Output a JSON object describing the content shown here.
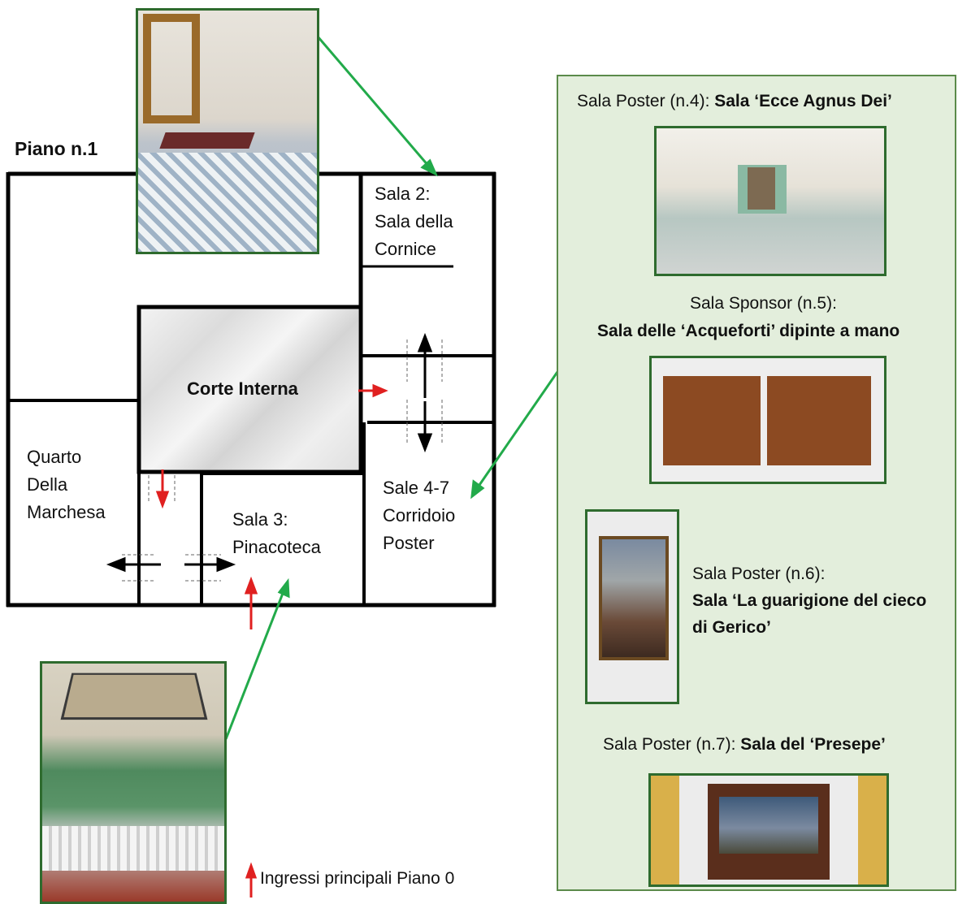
{
  "floor_title": "Piano n.1",
  "rooms": {
    "sala2": [
      "Sala 2:",
      "Sala della",
      "Cornice"
    ],
    "corte": "Corte Interna",
    "quarto": [
      "Quarto",
      "Della",
      "Marchesa"
    ],
    "sala3": [
      "Sala 3:",
      "Pinacoteca"
    ],
    "sale47": [
      "Sale 4-7",
      "Corridoio",
      "Poster"
    ]
  },
  "legend": "Ingressi principali Piano 0",
  "panel": {
    "s4_prefix": "Sala Poster (n.4): ",
    "s4_name": "Sala ‘Ecce Agnus Dei’",
    "s5_line1": "Sala Sponsor (n.5):",
    "s5_line2": "Sala delle ‘Acqueforti’ dipinte a mano",
    "s6_line1": "Sala Poster (n.6):",
    "s6_line2": "Sala ‘La guarigione del cieco",
    "s6_line3": "di Gerico’",
    "s7_prefix": "Sala Poster (n.7): ",
    "s7_name": "Sala del ‘Presepe’"
  },
  "colors": {
    "arrow_green": "#22aa4a",
    "arrow_red": "#e02020",
    "panel_bg": "#e3eedc",
    "frame_green": "#2e6b2e"
  }
}
